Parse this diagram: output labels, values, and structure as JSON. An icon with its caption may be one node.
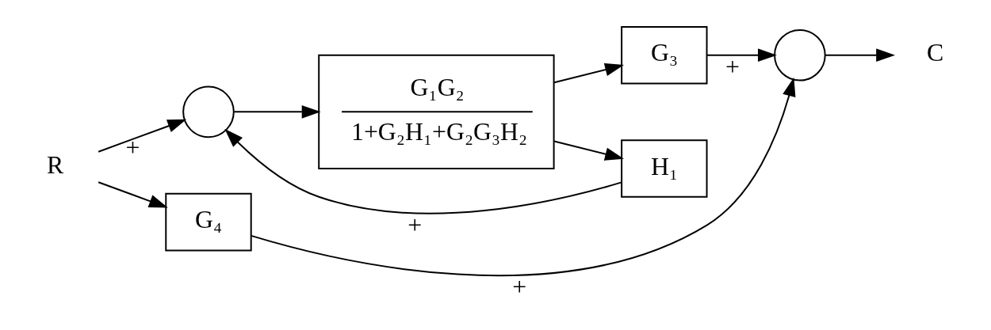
{
  "diagram": {
    "nodes": [
      {
        "text": [
          "R"
        ]
      },
      {
        "text": [],
        "shape": "circle"
      },
      {
        "text": [
          "G₁G₂",
          "1+G₂H₁+G₂G₃H₂"
        ]
      },
      {
        "text": [
          "G₃"
        ]
      },
      {
        "text": [],
        "shape": "circle"
      },
      {
        "text": [
          "C"
        ]
      },
      {
        "text": [
          "H₁"
        ]
      },
      {
        "text": [
          "G₄"
        ]
      }
    ],
    "edges": [
      {
        "from": 0,
        "to": 1,
        "arrow": "to",
        "label": "+"
      },
      {
        "from": 1,
        "to": 2,
        "arrow": "to"
      },
      {
        "from": 2,
        "to": 3,
        "arrow": "to"
      },
      {
        "from": 2,
        "to": 6,
        "arrow": "to"
      },
      {
        "from": 6,
        "to": 1,
        "arrow": "to",
        "label": "+"
      },
      {
        "from": 3,
        "to": 4,
        "arrow": "to",
        "label": "+"
      },
      {
        "from": 4,
        "to": 5,
        "arrow": "to"
      },
      {
        "from": 0,
        "to": 7,
        "arrow": "to"
      },
      {
        "from": 7,
        "to": 4,
        "arrow": "to",
        "label": "+"
      }
    ]
  }
}
